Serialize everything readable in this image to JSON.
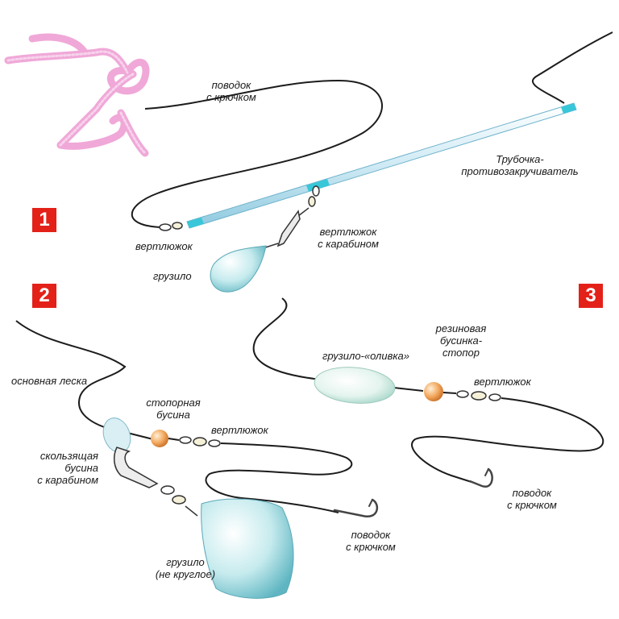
{
  "diagrams": [
    {
      "number": "1",
      "labels": {
        "leader": "поводок\nс крючком",
        "tube": "Трубочка-\nпротивозакручиватель",
        "swivel": "вертлюжок",
        "swivel_snap": "вертлюжок\nс карабином",
        "sinker": "грузило"
      }
    },
    {
      "number": "2",
      "labels": {
        "main_line": "основная леска",
        "stop_bead": "стопорная\nбусина",
        "swivel": "вертлюжок",
        "sliding_bead": "скользящая\nбусина\nс карабином",
        "leader": "поводок\nс крючком",
        "sinker": "грузило\n(не круглое)"
      }
    },
    {
      "number": "3",
      "labels": {
        "olive_sinker": "грузило-«оливка»",
        "rubber_bead": "резиновая\nбусинка-\nстопор",
        "swivel": "вертлюжок",
        "leader": "поводок\nс крючком"
      }
    }
  ],
  "colors": {
    "line": "#1c1c1c",
    "badge": "#e32119",
    "worm": "#f0a8d8",
    "tube": "#bfe6f2",
    "sinker": "#8fd1d8",
    "bead": "#f2a65a"
  }
}
